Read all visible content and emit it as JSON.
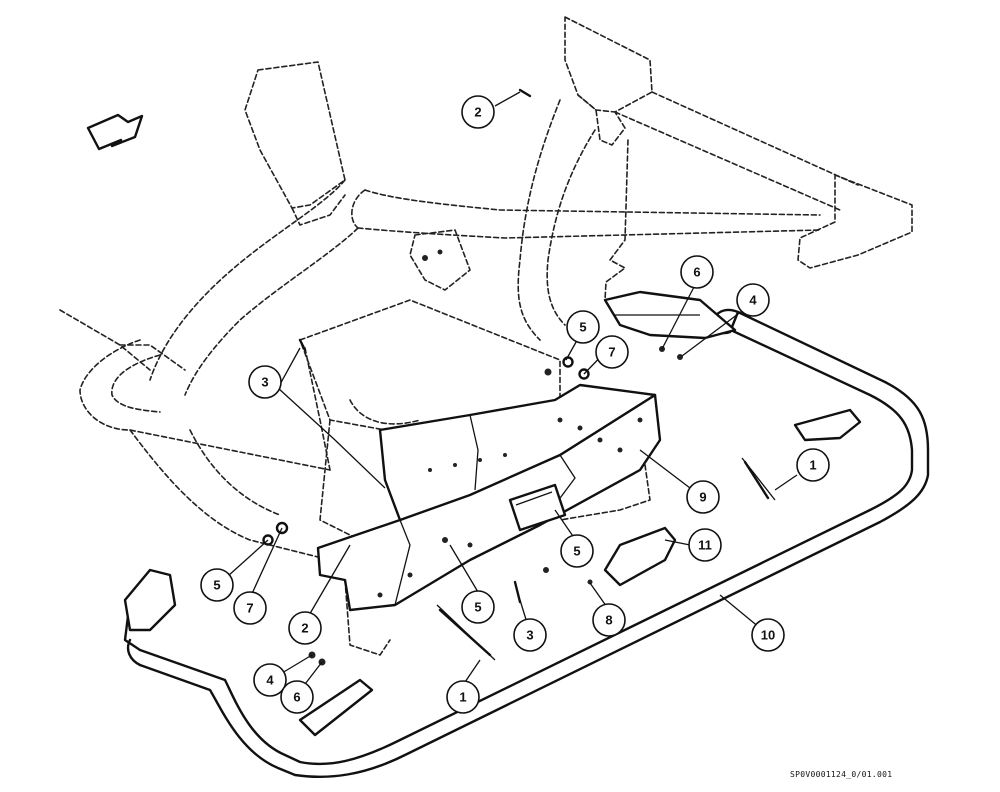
{
  "callouts": [
    {
      "label": "1"
    },
    {
      "label": "1"
    },
    {
      "label": "2"
    },
    {
      "label": "2"
    },
    {
      "label": "3"
    },
    {
      "label": "3"
    },
    {
      "label": "4"
    },
    {
      "label": "4"
    },
    {
      "label": "5"
    },
    {
      "label": "5"
    },
    {
      "label": "5"
    },
    {
      "label": "5"
    },
    {
      "label": "6"
    },
    {
      "label": "6"
    },
    {
      "label": "7"
    },
    {
      "label": "7"
    },
    {
      "label": "8"
    },
    {
      "label": "9"
    },
    {
      "label": "10"
    },
    {
      "label": "11"
    }
  ],
  "drawing_code": "SP0V0001124_0/01.001",
  "icons": {
    "direction_arrow": "direction-arrow-icon"
  }
}
